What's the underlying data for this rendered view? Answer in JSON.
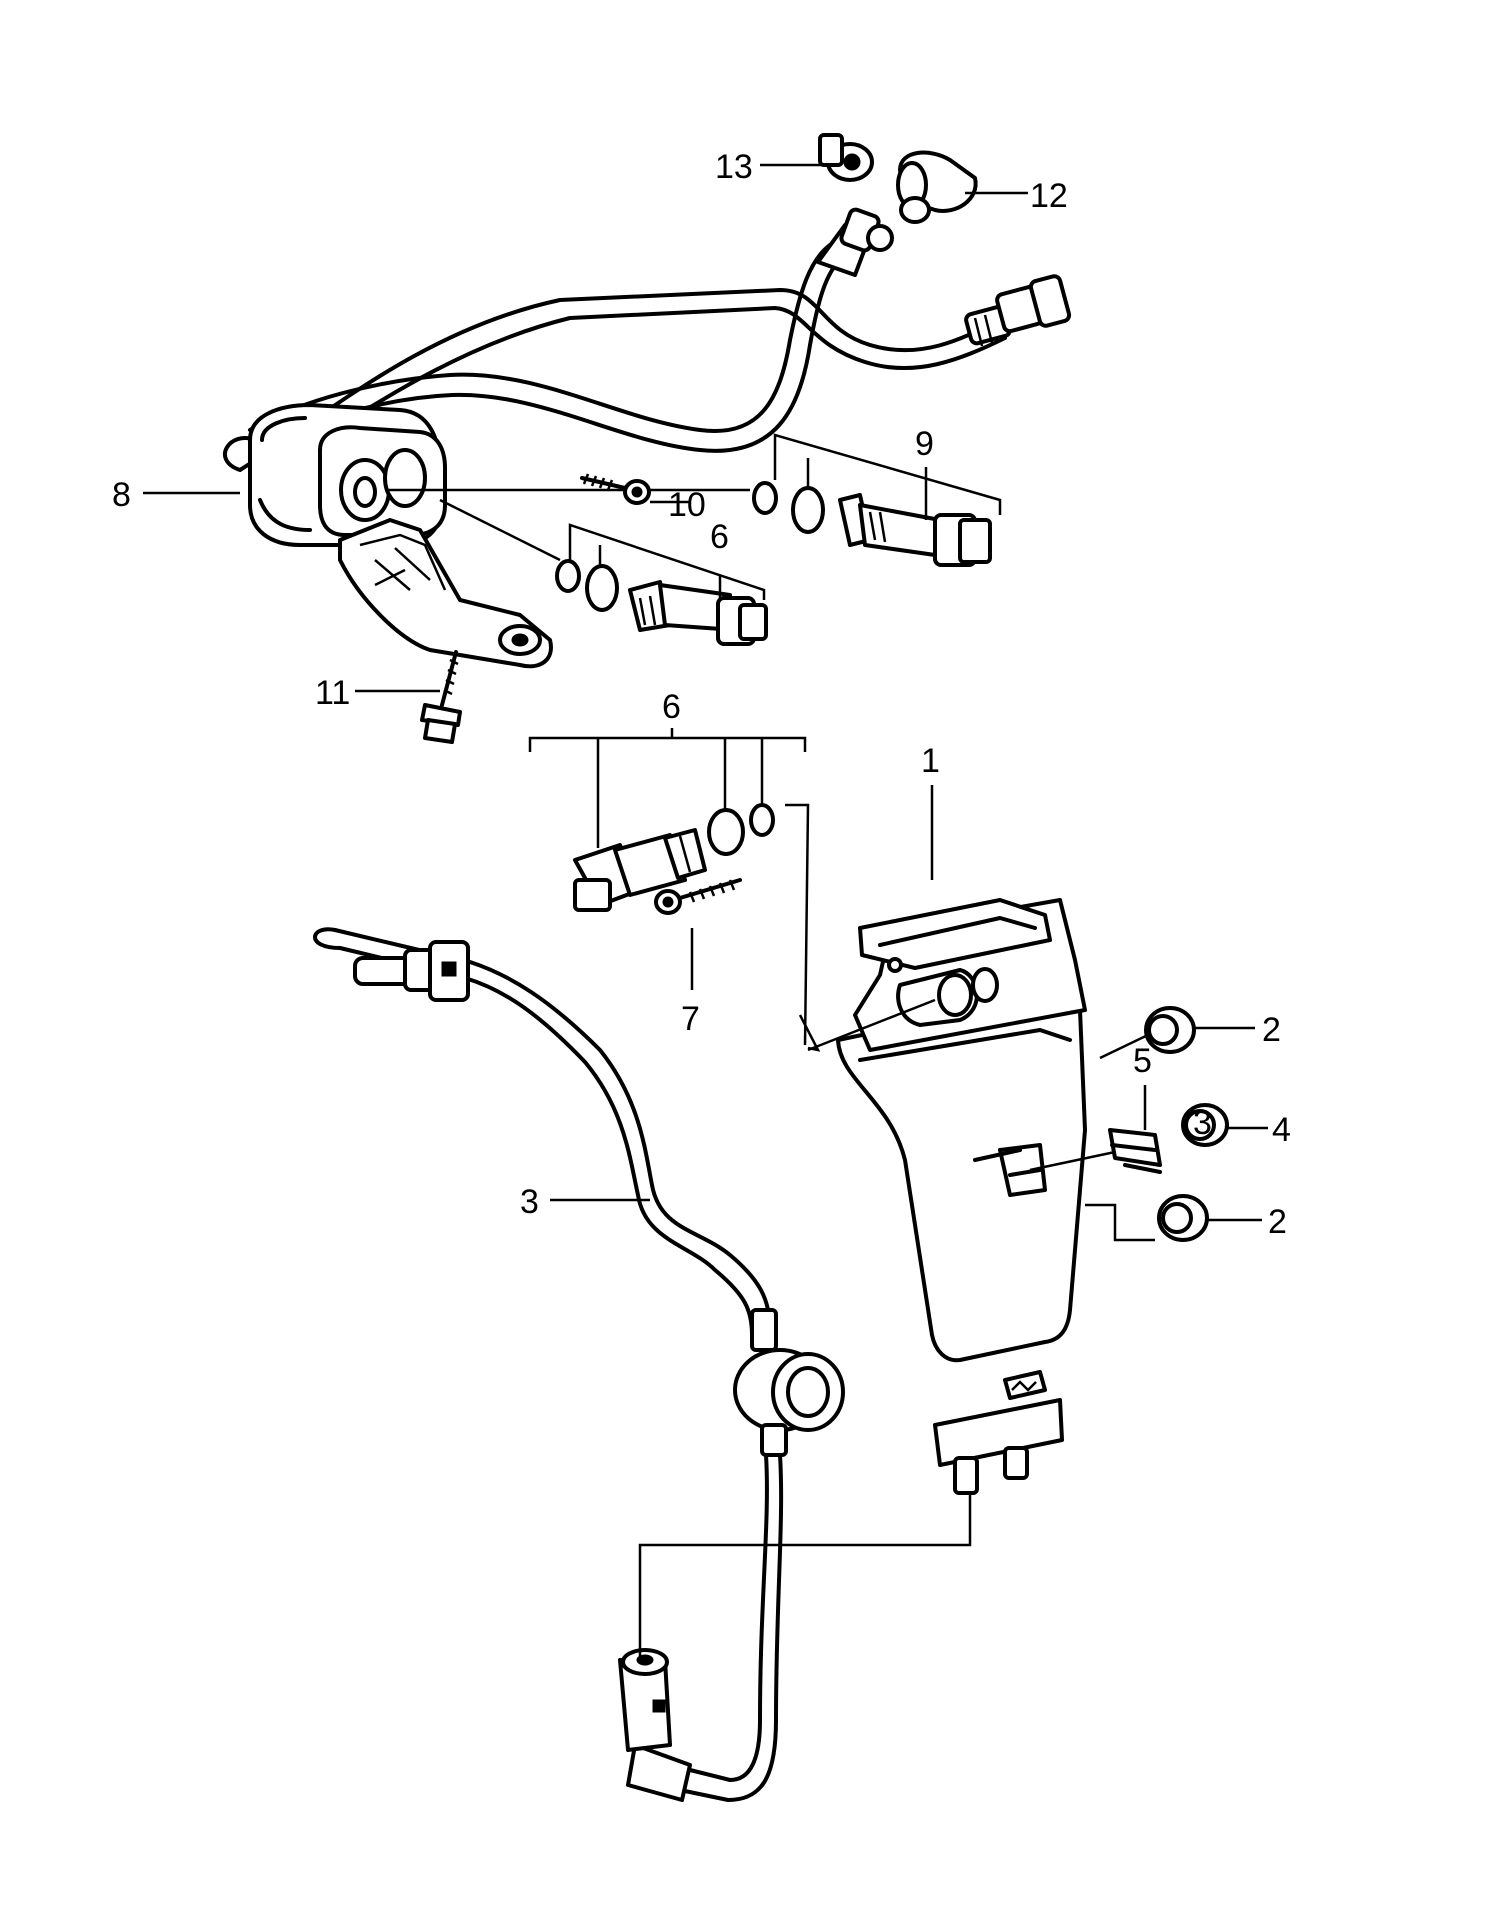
{
  "callouts": [
    {
      "id": "1",
      "label": "1"
    },
    {
      "id": "2a",
      "label": "2"
    },
    {
      "id": "2b",
      "label": "2"
    },
    {
      "id": "3",
      "label": "3"
    },
    {
      "id": "4",
      "label": "4"
    },
    {
      "id": "5",
      "label": "5"
    },
    {
      "id": "6a",
      "label": "6"
    },
    {
      "id": "6b",
      "label": "6"
    },
    {
      "id": "7",
      "label": "7"
    },
    {
      "id": "8",
      "label": "8"
    },
    {
      "id": "9",
      "label": "9"
    },
    {
      "id": "10",
      "label": "10"
    },
    {
      "id": "11",
      "label": "11"
    },
    {
      "id": "12",
      "label": "12"
    },
    {
      "id": "13",
      "label": "13"
    }
  ],
  "colors": {
    "ink": "#000000",
    "paper": "#ffffff"
  }
}
